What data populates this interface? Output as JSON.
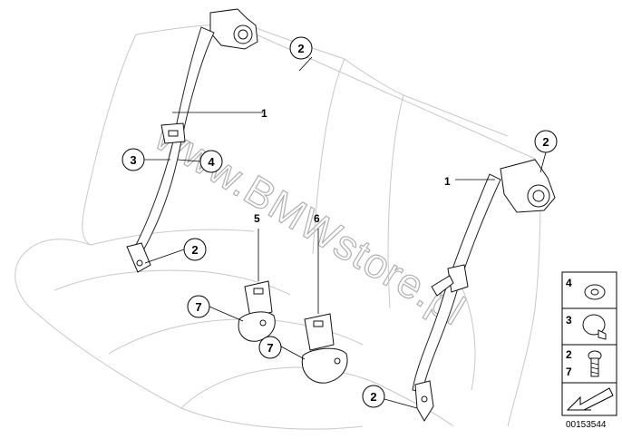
{
  "watermark": "www.BMWstore.pl",
  "diagram_id": "00153544",
  "callouts": {
    "c2_top": "2",
    "c1_left": "1",
    "c3": "3",
    "c4": "4",
    "c2_left_anchor": "2",
    "c5": "5",
    "c6": "6",
    "c7_a": "7",
    "c7_b": "7",
    "c2_right_top": "2",
    "c1_right": "1",
    "c2_bottom": "2"
  },
  "legend": {
    "row1_label": "4",
    "row2_label": "3",
    "row3_label_a": "2",
    "row3_label_b": "7"
  }
}
